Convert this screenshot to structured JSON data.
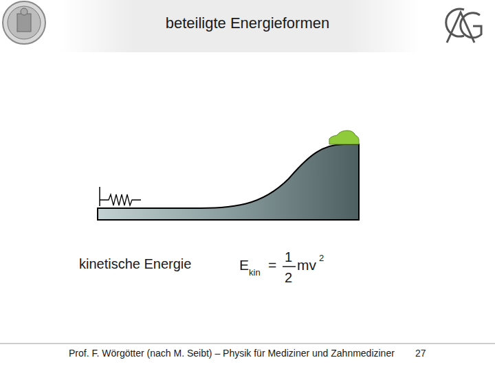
{
  "diagram": {
    "title": "beteiligte Energieformen",
    "labels": [
      "kinetische Energie",
      "E",
      "kin",
      "=",
      "1",
      "2",
      "mv",
      "2",
      "Prof. F. Wörgötter (nach M. Seibt) – Physik für Mediziner und Zahnmediziner",
      "27"
    ]
  }
}
